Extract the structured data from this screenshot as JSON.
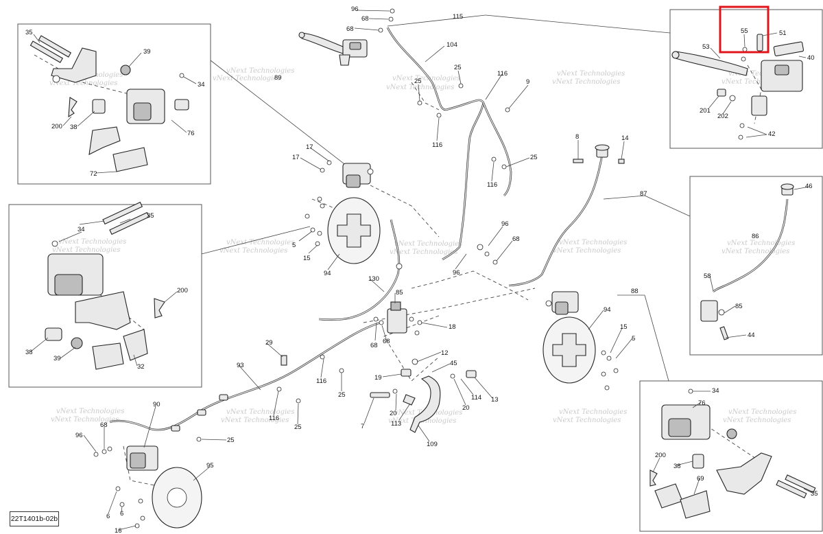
{
  "diagram_code": "22T1401b-02b",
  "watermark": "vNext Technologies",
  "highlight_color": "#e0151b",
  "callouts": [
    {
      "id": "c01",
      "text": "35"
    },
    {
      "id": "c02",
      "text": "39"
    },
    {
      "id": "c03",
      "text": "34"
    },
    {
      "id": "c04",
      "text": "200"
    },
    {
      "id": "c05",
      "text": "38"
    },
    {
      "id": "c06",
      "text": "76"
    },
    {
      "id": "c07",
      "text": "72"
    },
    {
      "id": "c08",
      "text": "89"
    },
    {
      "id": "c09",
      "text": "96"
    },
    {
      "id": "c10",
      "text": "68"
    },
    {
      "id": "c11",
      "text": "68"
    },
    {
      "id": "c12",
      "text": "115"
    },
    {
      "id": "c13",
      "text": "104"
    },
    {
      "id": "c14",
      "text": "25"
    },
    {
      "id": "c15",
      "text": "25"
    },
    {
      "id": "c16",
      "text": "116"
    },
    {
      "id": "c17",
      "text": "9"
    },
    {
      "id": "c18",
      "text": "116"
    },
    {
      "id": "c19",
      "text": "25"
    },
    {
      "id": "c20",
      "text": "116"
    },
    {
      "id": "c21",
      "text": "55"
    },
    {
      "id": "c22",
      "text": "51"
    },
    {
      "id": "c23",
      "text": "53"
    },
    {
      "id": "c24",
      "text": "40"
    },
    {
      "id": "c25",
      "text": "201"
    },
    {
      "id": "c26",
      "text": "202"
    },
    {
      "id": "c27",
      "text": "42"
    },
    {
      "id": "c28",
      "text": "17"
    },
    {
      "id": "c29",
      "text": "17"
    },
    {
      "id": "c30",
      "text": "8"
    },
    {
      "id": "c31",
      "text": "14"
    },
    {
      "id": "c32",
      "text": "87"
    },
    {
      "id": "c33",
      "text": "46"
    },
    {
      "id": "c34",
      "text": "86"
    },
    {
      "id": "c35",
      "text": "35"
    },
    {
      "id": "c36",
      "text": "34"
    },
    {
      "id": "c37",
      "text": "200"
    },
    {
      "id": "c38",
      "text": "38"
    },
    {
      "id": "c39",
      "text": "39"
    },
    {
      "id": "c40",
      "text": "32"
    },
    {
      "id": "c41",
      "text": "5"
    },
    {
      "id": "c42",
      "text": "15"
    },
    {
      "id": "c43",
      "text": "94"
    },
    {
      "id": "c44",
      "text": "96"
    },
    {
      "id": "c45",
      "text": "68"
    },
    {
      "id": "c46",
      "text": "96"
    },
    {
      "id": "c47",
      "text": "130"
    },
    {
      "id": "c48",
      "text": "85"
    },
    {
      "id": "c49",
      "text": "18"
    },
    {
      "id": "c50",
      "text": "68"
    },
    {
      "id": "c51",
      "text": "68"
    },
    {
      "id": "c52",
      "text": "58"
    },
    {
      "id": "c53",
      "text": "85"
    },
    {
      "id": "c54",
      "text": "44"
    },
    {
      "id": "c55",
      "text": "88"
    },
    {
      "id": "c56",
      "text": "94"
    },
    {
      "id": "c57",
      "text": "15"
    },
    {
      "id": "c58",
      "text": "5"
    },
    {
      "id": "c59",
      "text": "29"
    },
    {
      "id": "c60",
      "text": "12"
    },
    {
      "id": "c61",
      "text": "45"
    },
    {
      "id": "c62",
      "text": "19"
    },
    {
      "id": "c63",
      "text": "93"
    },
    {
      "id": "c64",
      "text": "116"
    },
    {
      "id": "c65",
      "text": "25"
    },
    {
      "id": "c66",
      "text": "116"
    },
    {
      "id": "c67",
      "text": "25"
    },
    {
      "id": "c68",
      "text": "20"
    },
    {
      "id": "c69",
      "text": "113"
    },
    {
      "id": "c70",
      "text": "7"
    },
    {
      "id": "c71",
      "text": "114"
    },
    {
      "id": "c72",
      "text": "20"
    },
    {
      "id": "c73",
      "text": "13"
    },
    {
      "id": "c74",
      "text": "109"
    },
    {
      "id": "c75",
      "text": "90"
    },
    {
      "id": "c76",
      "text": "96"
    },
    {
      "id": "c77",
      "text": "68"
    },
    {
      "id": "c78",
      "text": "25"
    },
    {
      "id": "c79",
      "text": "95"
    },
    {
      "id": "c80",
      "text": "6"
    },
    {
      "id": "c81",
      "text": "6"
    },
    {
      "id": "c82",
      "text": "16"
    },
    {
      "id": "c83",
      "text": "34"
    },
    {
      "id": "c84",
      "text": "76"
    },
    {
      "id": "c85",
      "text": "200"
    },
    {
      "id": "c86",
      "text": "38"
    },
    {
      "id": "c87",
      "text": "69"
    },
    {
      "id": "c88",
      "text": "35"
    }
  ]
}
